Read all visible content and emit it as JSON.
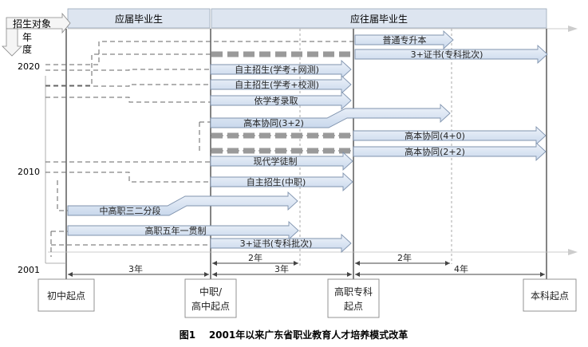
{
  "header": {
    "corner_label": "招生对象",
    "year_axis_label": [
      "年",
      "度"
    ],
    "current_grads": "应届毕业生",
    "past_grads": "应往届毕业生"
  },
  "years": {
    "y2020": "2020",
    "y2010": "2010",
    "y2001": "2001"
  },
  "arrows": [
    {
      "key": "putong",
      "label": "普通专升本"
    },
    {
      "key": "zhengshu_upper",
      "label": "3+证书(专科批次)"
    },
    {
      "key": "zizhu_wangce",
      "label": "自主招生(学考+网测)"
    },
    {
      "key": "zizhu_xiaoce",
      "label": "自主招生(学考+校测)"
    },
    {
      "key": "yixuekao",
      "label": "依学考录取"
    },
    {
      "key": "gaoben_32",
      "label": "高本协同(3+2)"
    },
    {
      "key": "gaoben_40",
      "label": "高本协同(4+0)"
    },
    {
      "key": "gaoben_22",
      "label": "高本协同(2+2)"
    },
    {
      "key": "xiandai",
      "label": "现代学徒制"
    },
    {
      "key": "zizhu_zhongzhi",
      "label": "自主招生(中职)"
    },
    {
      "key": "sanerfenduan",
      "label": "中高职三二分段"
    },
    {
      "key": "wunian",
      "label": "高职五年一贯制"
    },
    {
      "key": "zhengshu_lower",
      "label": "3+证书(专科批次)"
    }
  ],
  "durations": {
    "three_year_a": "3年",
    "two_year_a": "2年",
    "three_year_b": "3年",
    "two_year_b": "2年",
    "four_year": "4年"
  },
  "start_points": {
    "junior_high": "初中起点",
    "secondary_voc": [
      "中职/",
      "高中起点"
    ],
    "higher_voc": [
      "高职专科",
      "起点"
    ],
    "bachelor": "本科起点"
  },
  "caption": "图1    2001年以来广东省职业教育人才培养模式改革"
}
